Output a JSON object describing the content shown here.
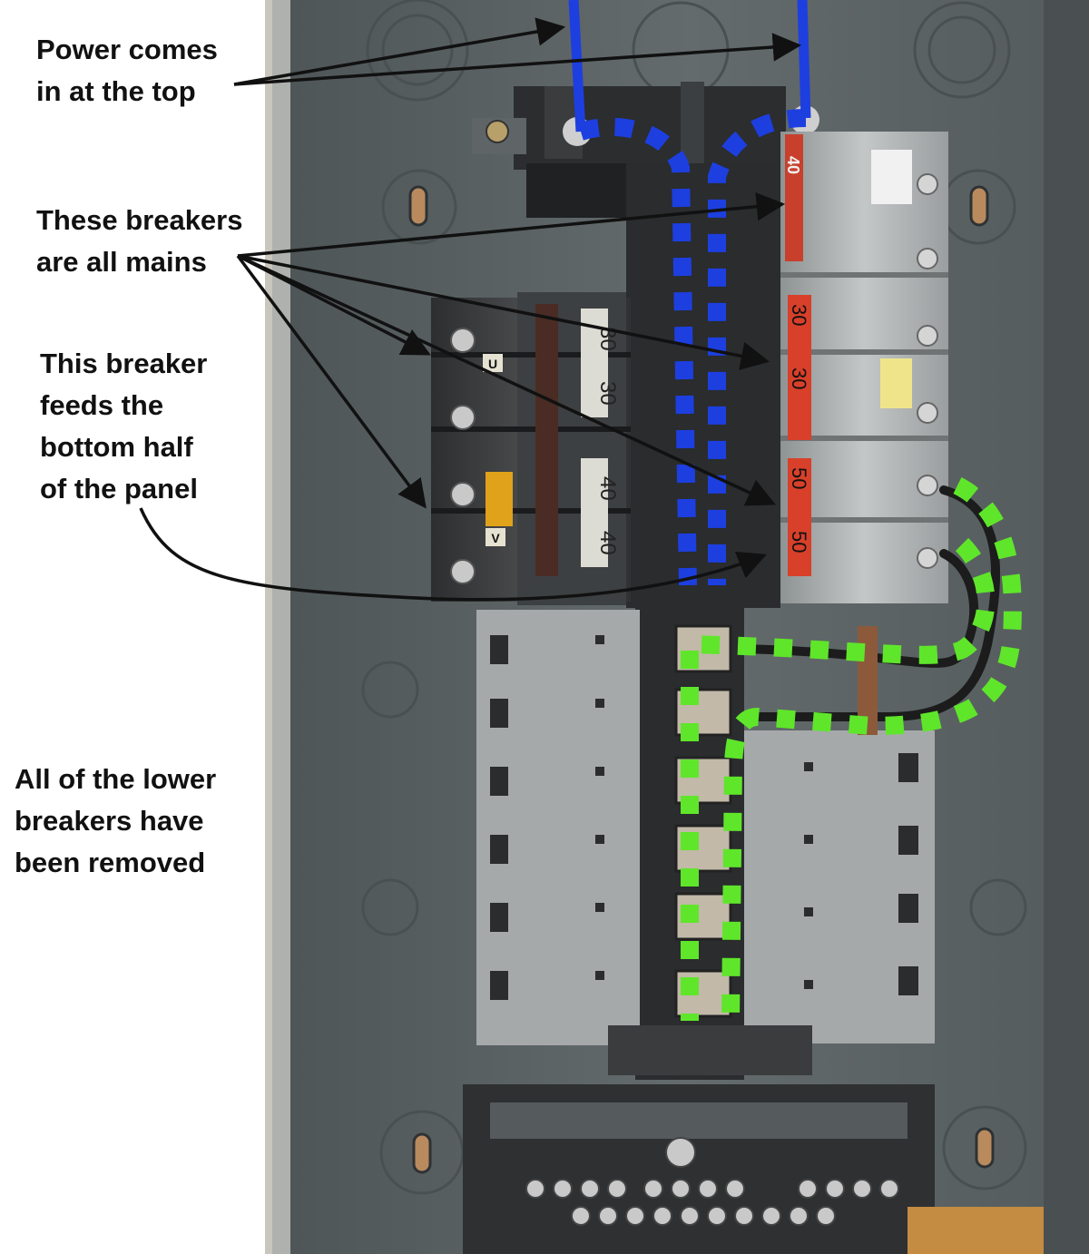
{
  "annotations": {
    "power": {
      "lines": [
        "Power comes",
        "in at the top"
      ]
    },
    "mains": {
      "lines": [
        "These breakers",
        "are all mains"
      ]
    },
    "feed": {
      "lines": [
        "This breaker",
        "feeds the",
        "bottom half",
        "of the panel"
      ]
    },
    "removed": {
      "lines": [
        "All of the lower",
        "breakers have",
        "been removed"
      ]
    }
  },
  "breakers": {
    "left_column_ratings": [
      "30",
      "30",
      "40",
      "40"
    ],
    "left_column_letters": [
      "U",
      "V"
    ],
    "right_column_ratings": [
      "40",
      "30",
      "30",
      "50",
      "50"
    ]
  },
  "colors": {
    "power_path": "#1d3fe0",
    "bottom_feed_path": "#5fe62a",
    "annotation_text": "#111111",
    "panel": "#5d6466",
    "breaker_rating_red": "#d8402a"
  }
}
